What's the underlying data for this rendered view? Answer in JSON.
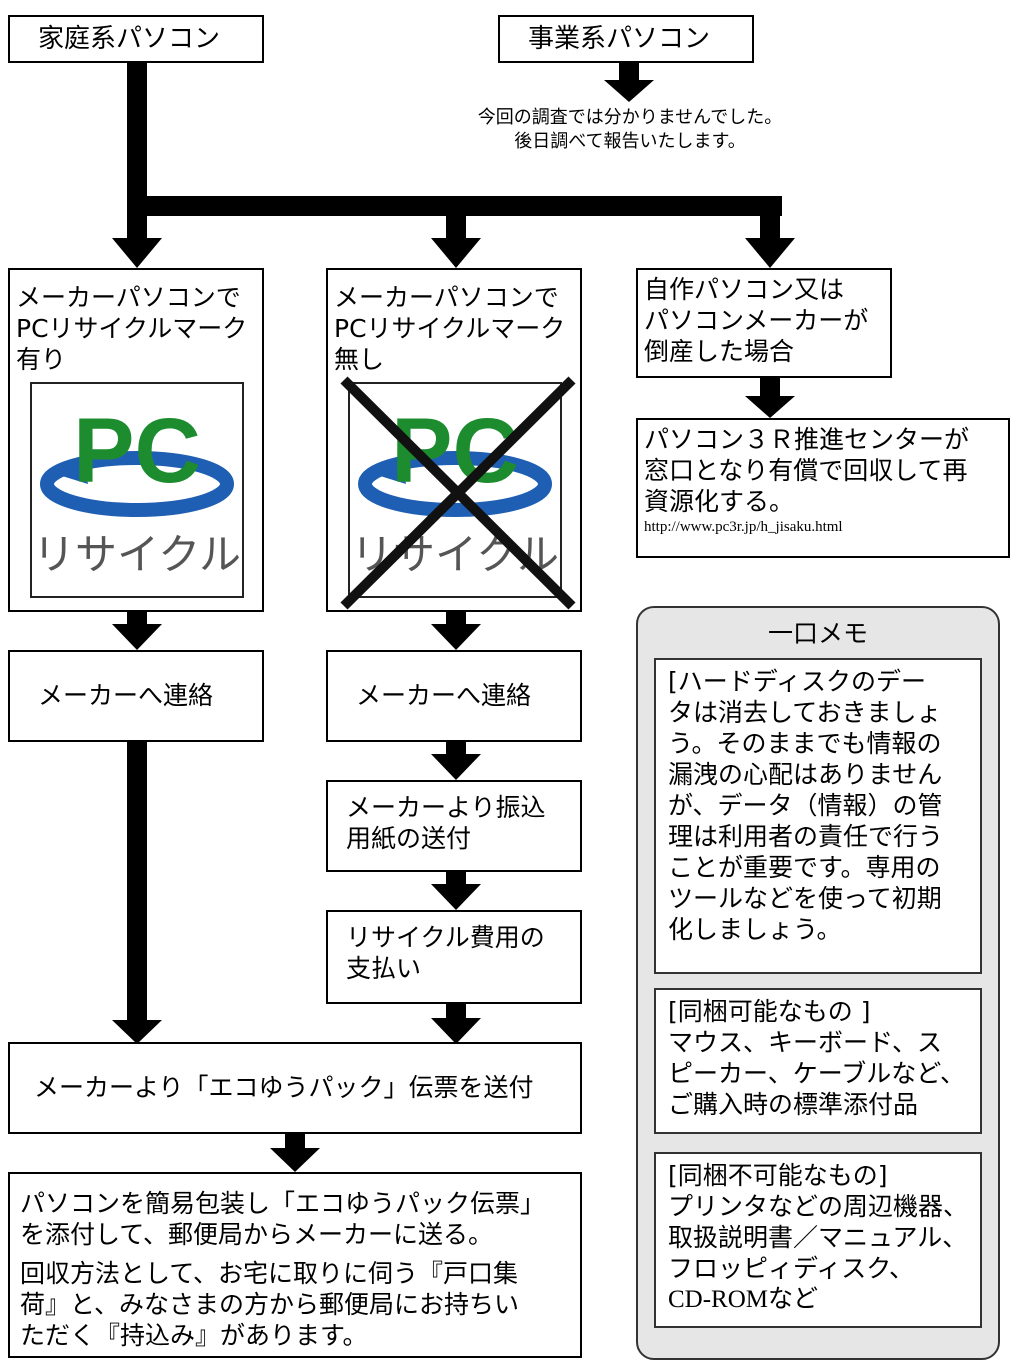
{
  "household_pc": "家庭系パソコン",
  "business_pc": "事業系パソコン",
  "business_note": [
    "今回の調査では分かりませんでした。",
    "後日調べて報告いたします。"
  ],
  "col1": {
    "title": [
      "メーカーパソコンで",
      "PCリサイクルマーク",
      "有り"
    ],
    "contact": "メーカーへ連絡"
  },
  "col2": {
    "title": [
      "メーカーパソコンで",
      "PCリサイクルマーク",
      "無し"
    ],
    "contact": "メーカーへ連絡",
    "step_transfer": [
      "メーカーより振込",
      "用紙の送付"
    ],
    "step_pay": [
      "リサイクル費用の",
      "支払い"
    ]
  },
  "col3": {
    "title": [
      "自作パソコン又は",
      "パソコンメーカーが",
      "倒産した場合"
    ],
    "center": [
      "パソコン３Ｒ推進センターが",
      "窓口となり有償で回収して再",
      "資源化する。"
    ],
    "url": "http://www.pc3r.jp/h_jisaku.html"
  },
  "logo": {
    "pc_text": "PC",
    "recycle_text": "リサイクル",
    "pc_color": "#1c8c2e",
    "arrow_color": "#1f5fb3",
    "text_color": "#555555"
  },
  "ecopack": "メーカーより「エコゆうパック」伝票を送付",
  "final": {
    "para1": [
      "パソコンを簡易包装し「エコゆうパック伝票」",
      "を添付して、郵便局からメーカーに送る。"
    ],
    "para2": [
      "回収方法として、お宅に取りに伺う『戸口集",
      "荷』と、みなさまの方から郵便局にお持ちい",
      "ただく『持込み』があります。"
    ]
  },
  "memo": {
    "title": "一口メモ",
    "hdd": [
      "[ハードディスクのデー",
      "タは消去しておきましょ",
      "う。そのままでも情報の",
      "漏洩の心配はありません",
      "が、データ（情報）の管",
      "理は利用者の責任で行う",
      "ことが重要です。専用の",
      "ツールなどを使って初期",
      "化しましょう。"
    ],
    "bundle_ok": [
      "[同梱可能なもの ]",
      "マウス、キーボード、ス",
      "ピーカー、ケーブルなど、",
      "ご購入時の標準添付品"
    ],
    "bundle_ng": [
      "[同梱不可能なもの]",
      "プリンタなどの周辺機器、",
      "取扱説明書／マニュアル、",
      "フロッピィディスク、",
      "CD-ROMなど"
    ]
  }
}
